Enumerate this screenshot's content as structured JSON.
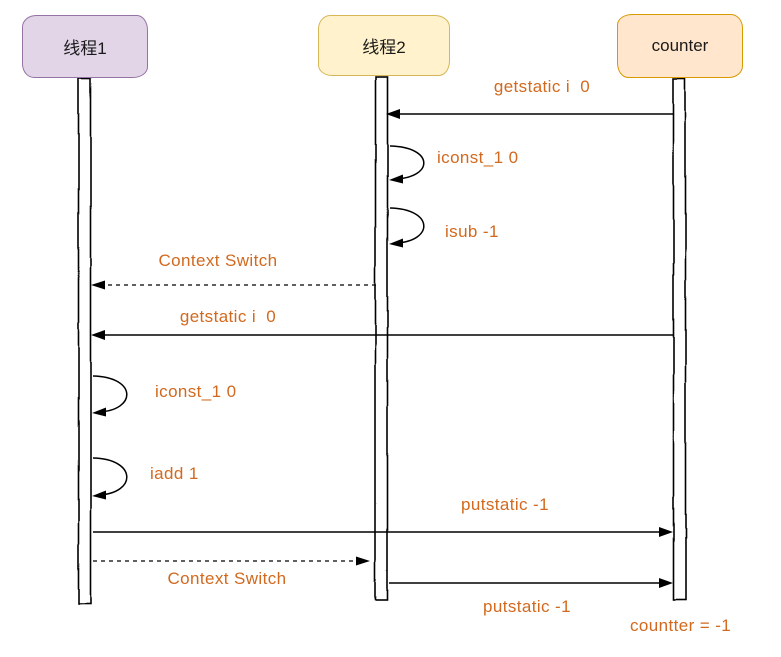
{
  "diagram": {
    "type": "sequence-diagram",
    "actors": [
      {
        "id": "thread1",
        "label": "线程1",
        "fill": "#e1d5e7",
        "border": "#9673a6"
      },
      {
        "id": "thread2",
        "label": "线程2",
        "fill": "#fff2cc",
        "border": "#d6b656"
      },
      {
        "id": "counter",
        "label": "counter",
        "fill": "#ffe6cc",
        "border": "#d79b00"
      }
    ],
    "messages": [
      {
        "label": "getstatic i  0",
        "from": "counter",
        "to": "thread2",
        "style": "solid"
      },
      {
        "label": "iconst_1 0",
        "from": "thread2",
        "to": "thread2",
        "style": "self-loop"
      },
      {
        "label": "isub -1",
        "from": "thread2",
        "to": "thread2",
        "style": "self-loop"
      },
      {
        "label": "Context Switch",
        "from": "thread2",
        "to": "thread1",
        "style": "dashed"
      },
      {
        "label": "getstatic i  0",
        "from": "counter",
        "to": "thread1",
        "style": "solid"
      },
      {
        "label": "iconst_1 0",
        "from": "thread1",
        "to": "thread1",
        "style": "self-loop"
      },
      {
        "label": "iadd 1",
        "from": "thread1",
        "to": "thread1",
        "style": "self-loop"
      },
      {
        "label": "putstatic -1",
        "from": "thread1",
        "to": "counter",
        "style": "solid"
      },
      {
        "label": "Context Switch",
        "from": "thread1",
        "to": "thread2",
        "style": "dashed"
      },
      {
        "label": "putstatic -1",
        "from": "thread2",
        "to": "counter",
        "style": "solid"
      }
    ],
    "note": "countter = -1",
    "colors": {
      "message_text": "#d2691e",
      "line": "#000000",
      "background": "#ffffff"
    }
  }
}
